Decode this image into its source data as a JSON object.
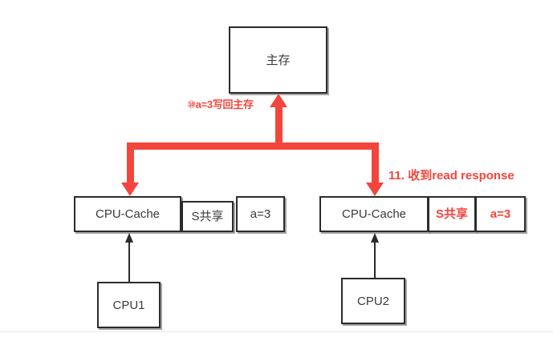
{
  "diagram": {
    "title_memory": "主存",
    "cpu_left": {
      "cache_label": "CPU-Cache",
      "state_label": "S共享",
      "value_label": "a=3",
      "cpu_label": "CPU1"
    },
    "cpu_right": {
      "cache_label": "CPU-Cache",
      "state_label": "S共享",
      "value_label": "a=3",
      "cpu_label": "CPU2"
    },
    "annotations": {
      "writeback": "⑩a=3写回主存",
      "read_response": "11. 收到read response"
    },
    "colors": {
      "accent_red": "#f4453c",
      "box_stroke": "#2b2b2b",
      "text_dark": "#3a3a3a",
      "footer_rule": "#e8e8e8"
    },
    "icons": {
      "bus_up_arrow": "arrow-up-icon",
      "bus_down_arrow_left": "arrow-down-icon",
      "bus_down_arrow_right": "arrow-down-icon",
      "cpu_link_left": "arrow-up-icon",
      "cpu_link_right": "arrow-up-icon"
    }
  }
}
